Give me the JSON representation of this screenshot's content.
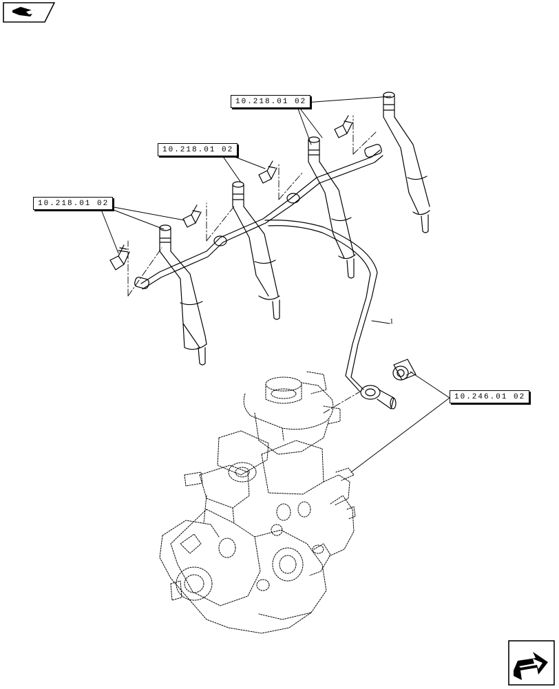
{
  "navigation": {
    "back_icon": "book-return-icon",
    "next_icon": "next-page-arrow-icon"
  },
  "references": [
    {
      "label": "10.218.01 02"
    },
    {
      "label": "10.218.01 02"
    },
    {
      "label": "10.218.01 02"
    },
    {
      "label": "10.246.01 02"
    }
  ],
  "callouts": [
    {
      "label": "1"
    }
  ],
  "colors": {
    "ink": "#000000",
    "paper": "#ffffff"
  }
}
